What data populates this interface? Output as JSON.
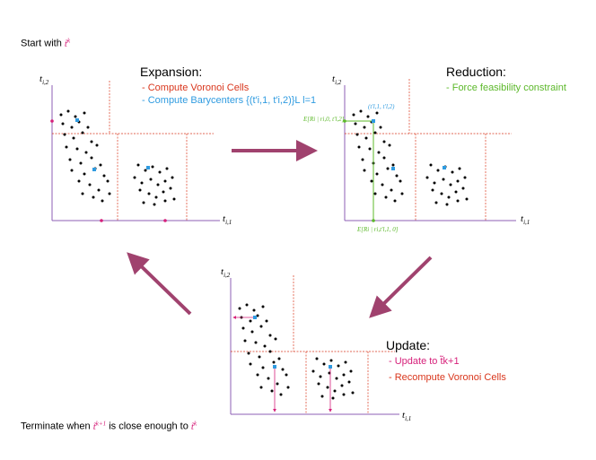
{
  "colors": {
    "red": "#d9361c",
    "blue": "#2f9be0",
    "green": "#5cb82a",
    "magenta": "#d6207a",
    "purple": "#8c5fb5",
    "arrow": "#a0426e",
    "grid": "#c98a82"
  },
  "start": {
    "prefix": "Start with",
    "var": "t̃",
    "sup": "k"
  },
  "terminate": {
    "prefix": "Terminate when",
    "var1": "t̃",
    "sup1": "k+1",
    "middle": "is close enough to",
    "var2": "t̃",
    "sup2": "k"
  },
  "panels": {
    "expansion": {
      "title": "Expansion:",
      "items": [
        "- Compute Voronoi Cells",
        "- Compute Barycenters {(t′i,1, t′i,2)}L l=1"
      ],
      "y_axis": "t",
      "y_sub": "i,2",
      "x_axis": "t",
      "x_sub": "i,1"
    },
    "reduction": {
      "title": "Reduction:",
      "items": [
        "- Force feasibility constraint"
      ],
      "y_axis": "t",
      "y_sub": "i,2",
      "x_axis": "t",
      "x_sub": "i,1",
      "label_top": "(t′l,1, t′l,2)",
      "label_left": "E[Ri | ri,0, t′l,2]",
      "label_bottom": "E[Ri | ri,t′l,1, 0]"
    },
    "update": {
      "title": "Update:",
      "items": [
        "- Update to t̃k+1",
        "- Recompute Voronoi Cells"
      ],
      "y_axis": "t",
      "y_sub": "i,2",
      "x_axis": "t",
      "x_sub": "i,1"
    }
  }
}
